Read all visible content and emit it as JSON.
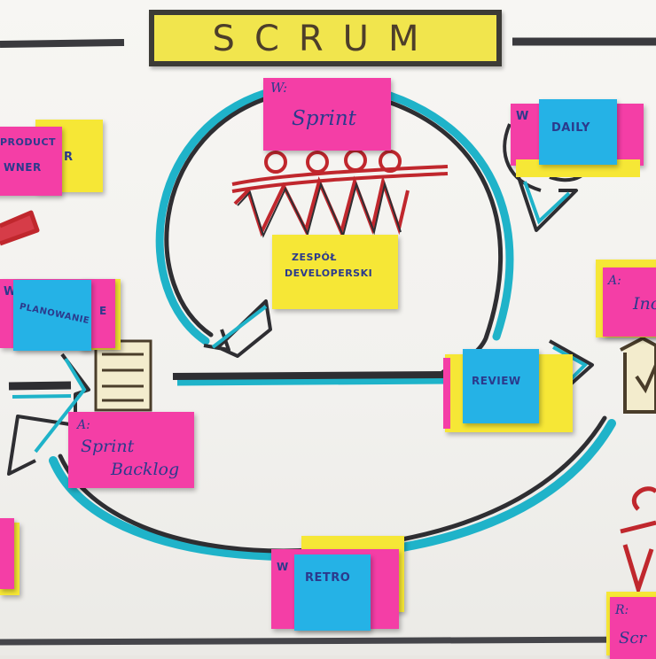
{
  "board": {
    "title": "SCRUM",
    "colors": {
      "pink_note": "#f43ea6",
      "yellow_note": "#f6e736",
      "blue_note": "#25b2e6",
      "marker_dark": "#2e2e32",
      "marker_cyan": "#1fb3c9",
      "marker_red": "#c0272d",
      "marker_blue_ink": "#2b3a8c"
    },
    "notes": {
      "sprint": {
        "role": "W:",
        "label": "Sprint"
      },
      "product_owner": {
        "line1": "PRODUCT",
        "line2": "WNER",
        "edge_letter": "R"
      },
      "daily": {
        "role": "W",
        "label": "DAILY"
      },
      "dev_team": {
        "line1": "ZESPÓŁ",
        "line2": "DEVELOPERSKI"
      },
      "planning": {
        "role": "W",
        "label": "PLANOWANIE",
        "edge_letter": "E"
      },
      "increment": {
        "role": "A:",
        "label": "Inc"
      },
      "review": {
        "label": "REVIEW"
      },
      "sprint_backlog": {
        "role": "A:",
        "line1": "Sprint",
        "line2": "Backlog"
      },
      "retro": {
        "role": "W",
        "label": "RETRO"
      },
      "scrum_master": {
        "role": "R:",
        "label": "Scr"
      }
    }
  }
}
